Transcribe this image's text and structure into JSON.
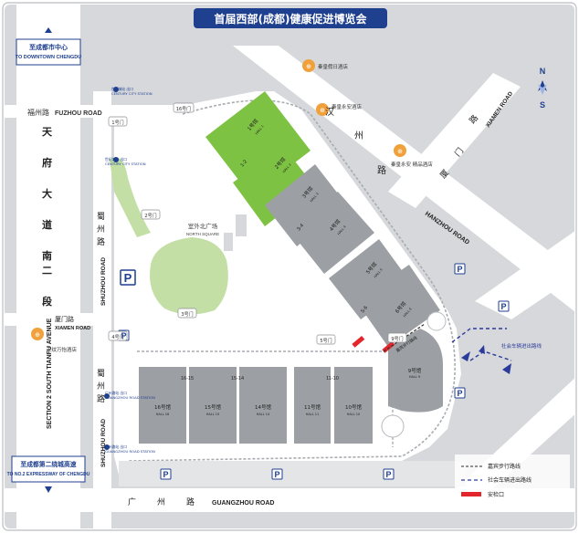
{
  "title": "首届西部(成都)健康促进博览会",
  "colors": {
    "title_bg": "#1f3f8f",
    "road": "#ffffff",
    "block": "#d6d8db",
    "hall": "#9c9fa3",
    "hall_green": "#7dc243",
    "park": "#c3dfa6",
    "accent_orange": "#f0a13b",
    "security": "#e2262b",
    "vehicle_route": "#2b3b9a"
  },
  "callouts": {
    "downtown_cn": "至成都市中心",
    "downtown_en": "TO DOWNTOWN CHENGDU",
    "expressway_cn": "至成都第二绕城高速",
    "expressway_en": "TO NO.2 EXPRESSWAY OF CHENGDU"
  },
  "roads": {
    "fuzhou_cn": "福州路",
    "fuzhou_en": "FUZHOU ROAD",
    "tianfu_chars": [
      "天",
      "府",
      "大",
      "道",
      "南",
      "二",
      "段"
    ],
    "tianfu_en": "SECTION 2 SOUTH TIANFU AVENUE",
    "shuzhou_chars": [
      "蜀",
      "州",
      "路"
    ],
    "shuzhou_en": "SHUZHOU ROAD",
    "xiamen_cn": "厦门路",
    "xiamen_en": "XIAMEN ROAD",
    "xiamen_ne_chars": [
      "厦",
      "门",
      "路"
    ],
    "xiamen_ne_en": "XIAMEN ROAD",
    "hanzhou_chars": [
      "汉",
      "州",
      "路"
    ],
    "hanzhou_en": "HANZHOU ROAD",
    "guangzhou_chars": [
      "广",
      "州",
      "路"
    ],
    "guangzhou_en": "GUANGZHOU ROAD"
  },
  "metro": [
    {
      "cn": "世纪城站 出口",
      "en": "CENTURY CITY STATION"
    },
    {
      "cn": "世纪城站 出口",
      "en": "CENTURY CITY STATION"
    },
    {
      "cn": "广州路站 出口",
      "en": "GUANGZHOU ROAD STATION"
    },
    {
      "cn": "广州路站 出口",
      "en": "GUANGZHOU ROAD STATION"
    }
  ],
  "hotels": [
    "秦皇假日酒店",
    "秦皇永安酒店",
    "秦皇永安 精品酒店",
    "天纹万怡酒店"
  ],
  "gates": [
    "1号门",
    "16号门",
    "2号门",
    "3号门",
    "4号门",
    "5号门",
    "9号门"
  ],
  "square_cn": "室外北广场",
  "square_en": "NORTH SQUARE",
  "halls": [
    {
      "cn": "1号馆",
      "en": "HALL 1"
    },
    {
      "cn": "2号馆",
      "en": "HALL 2"
    },
    {
      "cn": "3号馆",
      "en": "HALL 3"
    },
    {
      "cn": "4号馆",
      "en": "HALL 4"
    },
    {
      "cn": "5号馆",
      "en": "HALL 5"
    },
    {
      "cn": "6号馆",
      "en": "HALL 6"
    },
    {
      "cn": "9号馆",
      "en": "HALL 9"
    },
    {
      "cn": "16号馆",
      "en": "HALL 16"
    },
    {
      "cn": "15号馆",
      "en": "HALL 15"
    },
    {
      "cn": "14号馆",
      "en": "HALL 14"
    },
    {
      "cn": "11号馆",
      "en": "HALL 11"
    },
    {
      "cn": "10号馆",
      "en": "HALL 10"
    }
  ],
  "connectors": [
    "1-2",
    "3-4",
    "5-6",
    "16-15",
    "15-14",
    "11-10"
  ],
  "guest_route_label": "嘉宾步行路线",
  "compass": {
    "n": "N",
    "s": "S"
  },
  "parking": "P",
  "hotel_glyph": "⊕",
  "legend": {
    "guest": "嘉宾步行路线",
    "vehicle": "社会车辆进出路线",
    "security": "安检口"
  },
  "vehicle_label": "社会车辆进出路线"
}
